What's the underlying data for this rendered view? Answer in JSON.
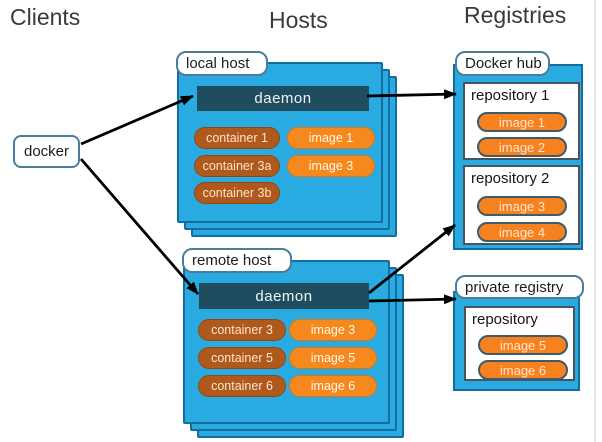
{
  "headers": {
    "clients": "Clients",
    "hosts": "Hosts",
    "registries": "Registries"
  },
  "client": {
    "label": "docker"
  },
  "hosts": [
    {
      "label": "local host",
      "daemon_label": "daemon",
      "containers": [
        "container 1",
        "container 3a",
        "container 3b"
      ],
      "images": [
        "image 1",
        "image 3"
      ]
    },
    {
      "label": "remote host",
      "daemon_label": "daemon",
      "containers": [
        "container 3",
        "container 5",
        "container 6"
      ],
      "images": [
        "image 3",
        "image 5",
        "image 6"
      ]
    }
  ],
  "registries": [
    {
      "label": "Docker hub",
      "repositories": [
        {
          "title": "repository 1",
          "images": [
            "image 1",
            "image 2"
          ]
        },
        {
          "title": "repository 2",
          "images": [
            "image 3",
            "image 4"
          ]
        }
      ]
    },
    {
      "label": "private registry",
      "repositories": [
        {
          "title": "repository",
          "images": [
            "image 5",
            "image 6"
          ]
        }
      ]
    }
  ],
  "connections": [
    "docker to local host daemon",
    "docker to remote host daemon",
    "local host daemon to repository 1",
    "remote host daemon to repository 2",
    "remote host daemon to private registry"
  ],
  "colors": {
    "host_panel_blue": "#29abe2",
    "panel_border": "#146d9c",
    "daemon_bar": "#1f4d5f",
    "container_pill": "#b0591d",
    "image_pill": "#f6891e",
    "registry_pill": "#f6821f",
    "registry_pill_border": "#3f5a69",
    "label_border": "#4a7c9b",
    "arrow": "#000000"
  }
}
